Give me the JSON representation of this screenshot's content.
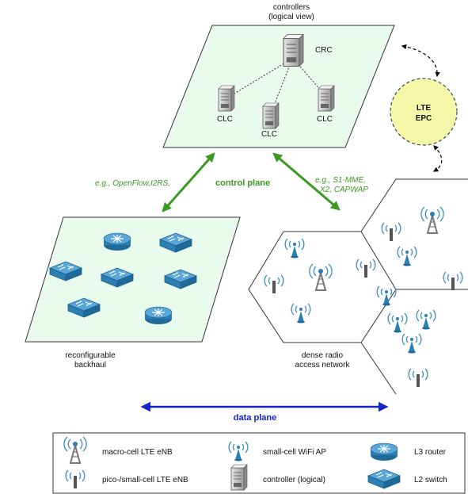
{
  "controllers": {
    "title_line1": "controllers",
    "title_line2": "(logical view)",
    "crc_label": "CRC",
    "clc_labels": [
      "CLC",
      "CLC",
      "CLC"
    ]
  },
  "epc": {
    "line1": "LTE",
    "line2": "EPC"
  },
  "control": {
    "left_note": "e.g., OpenFlow,I2RS,",
    "label": "control plane",
    "right_note_line1": "e.g., S1-MME,",
    "right_note_line2": "X2, CAPWAP"
  },
  "backhaul": {
    "line1": "reconfigurable",
    "line2": "backhaul"
  },
  "ran": {
    "line1": "dense radio",
    "line2": "access network"
  },
  "data_plane": {
    "label": "data plane"
  },
  "legend": {
    "macro": "macro-cell LTE eNB",
    "wifi": "small-cell WiFi AP",
    "router": "L3 router",
    "pico": "pico-/small-cell LTE eNB",
    "controller": "controller (logical)",
    "switch": "L2 switch"
  },
  "colors": {
    "panel": "#e9fbec",
    "control_green": "#3a9a22",
    "data_blue": "#1525c8",
    "epc_fill": "#f4f7a8",
    "device_blue": "#2a7fb4"
  }
}
